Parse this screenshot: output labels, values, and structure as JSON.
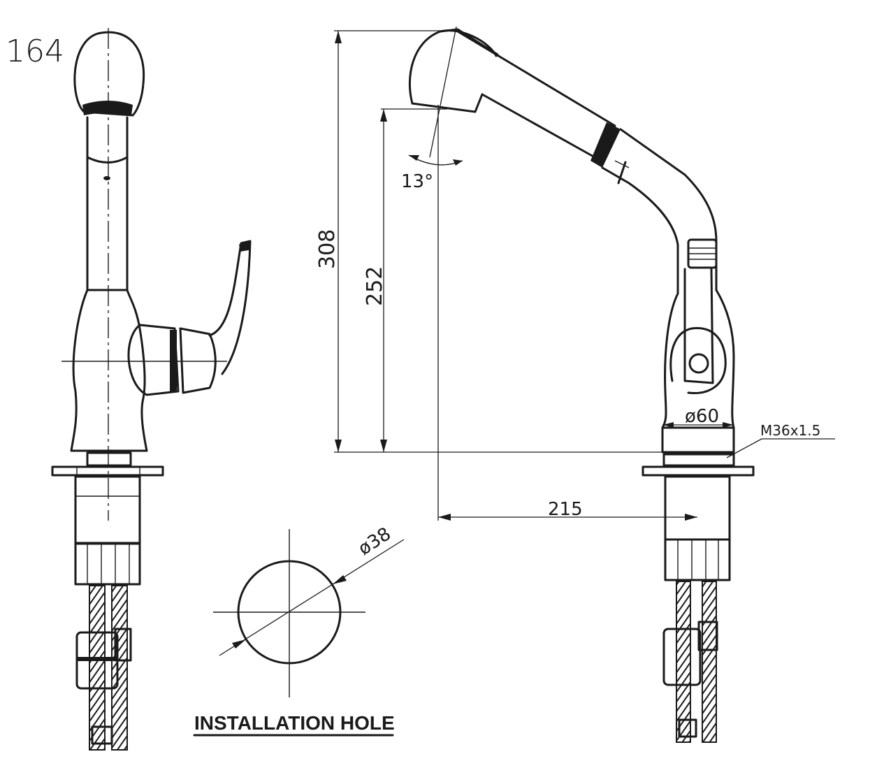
{
  "model_number": "164",
  "dimensions": {
    "height_total": "308",
    "height_spout": "252",
    "angle": "13°",
    "base_diameter": "ø60",
    "thread": "M36x1.5",
    "reach": "215",
    "hole_diameter": "ø38"
  },
  "installation_hole_label": "INSTALLATION HOLE"
}
